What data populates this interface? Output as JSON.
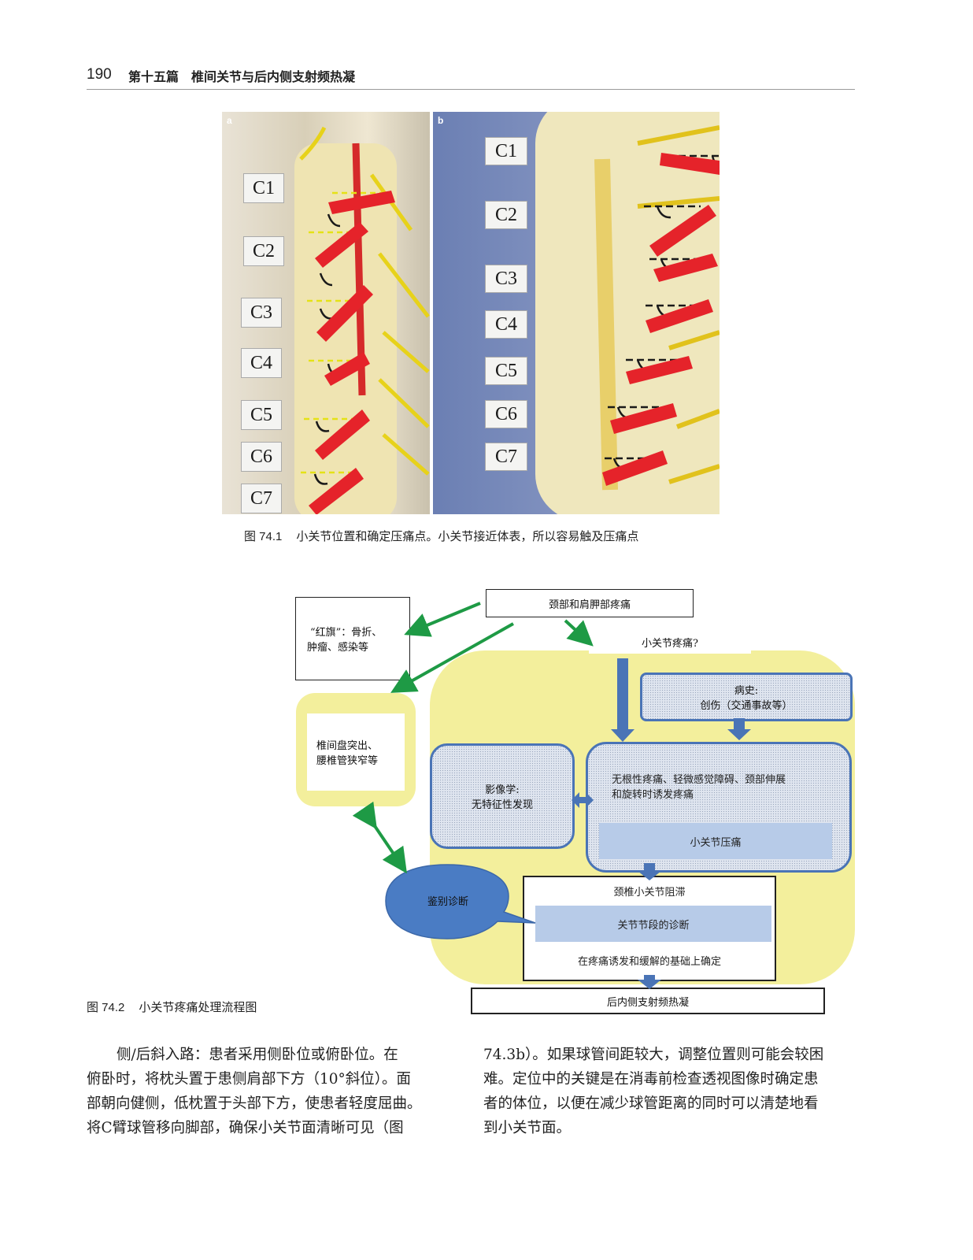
{
  "header": {
    "page_number": "190",
    "title": "第十五篇　椎间关节与后内侧支射频热凝"
  },
  "figure1": {
    "panel_a": {
      "letter": "a",
      "labels": [
        "C1",
        "C2",
        "C3",
        "C4",
        "C5",
        "C6",
        "C7"
      ]
    },
    "panel_b": {
      "letter": "b",
      "labels": [
        "C1",
        "C2",
        "C3",
        "C4",
        "C5",
        "C6",
        "C7"
      ]
    },
    "caption_number": "图 74.1",
    "caption_text": "小关节位置和确定压痛点。小关节接近体表，所以容易触及压痛点"
  },
  "flowchart": {
    "top": "颈部和肩胛部疼痛",
    "red_flag_line1": "“红旗”：骨折、",
    "red_flag_line2": "肿瘤、感染等",
    "facet_question": "小关节疼痛?",
    "history_line1": "病史:",
    "history_line2": "创伤（交通事故等）",
    "disc_line1": "椎间盘突出、",
    "disc_line2": "腰椎管狭窄等",
    "imaging_line1": "影像学:",
    "imaging_line2": "无特征性发现",
    "symptoms_line1": "无根性疼痛、轻微感觉障碍、颈部伸展",
    "symptoms_line2": "和旋转时诱发疼痛",
    "facet_tenderness": "小关节压痛",
    "differential": "鉴别诊断",
    "block_title": "颈椎小关节阻滞",
    "level_diagnosis": "关节节段的诊断",
    "confirm": "在疼痛诱发和缓解的基础上确定",
    "rf": "后内侧支射频热凝",
    "colors": {
      "yellow": "#f3ef9c",
      "blue": "#4a74b6",
      "green": "#1e9a45",
      "light_blue": "#b7cbe8"
    }
  },
  "figure2": {
    "caption_number": "图 74.2",
    "caption_text": "小关节疼痛处理流程图"
  },
  "body": {
    "left_lines": [
      "侧/后斜入路：患者采用侧卧位或俯卧位。在",
      "俯卧时，将枕头置于患侧肩部下方（10°斜位）。面",
      "部朝向健侧，低枕置于头部下方，使患者轻度屈曲。",
      "将C臂球管移向脚部，确保小关节面清晰可见（图"
    ],
    "right_lines": [
      "74.3b）。如果球管间距较大，调整位置则可能会较困",
      "难。定位中的关键是在消毒前检查透视图像时确定患",
      "者的体位，以便在减少球管距离的同时可以清楚地看",
      "到小关节面。"
    ]
  }
}
